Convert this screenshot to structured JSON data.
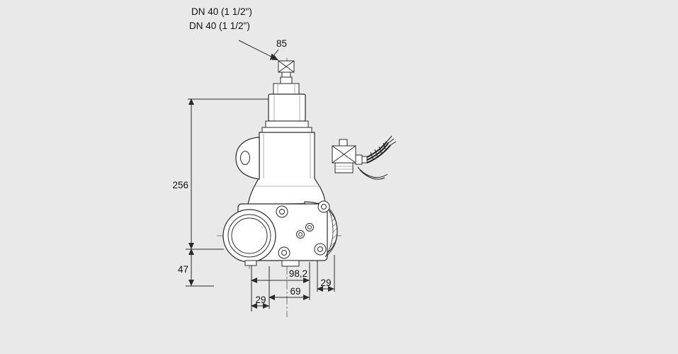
{
  "page": {
    "background": "#e9e9e9"
  },
  "drawing": {
    "description": "Dimensional technical drawing of a gas solenoid valve with threaded flange connections and separate cable plug",
    "labels": {
      "dn_line1": "DN 40 (1 1/2\")",
      "dn_line2": "DN 40 (1 1/2\")"
    },
    "dimensions": {
      "dim_85": "85",
      "dim_256": "256",
      "dim_47": "47",
      "dim_98_2": "98,2",
      "dim_29_right": "29",
      "dim_69": "69",
      "dim_29_left": "29"
    },
    "colors": {
      "line": "#2b2b2b",
      "fill": "#ffffff",
      "background": "#e9e9e9",
      "centerline": "#555555"
    }
  }
}
